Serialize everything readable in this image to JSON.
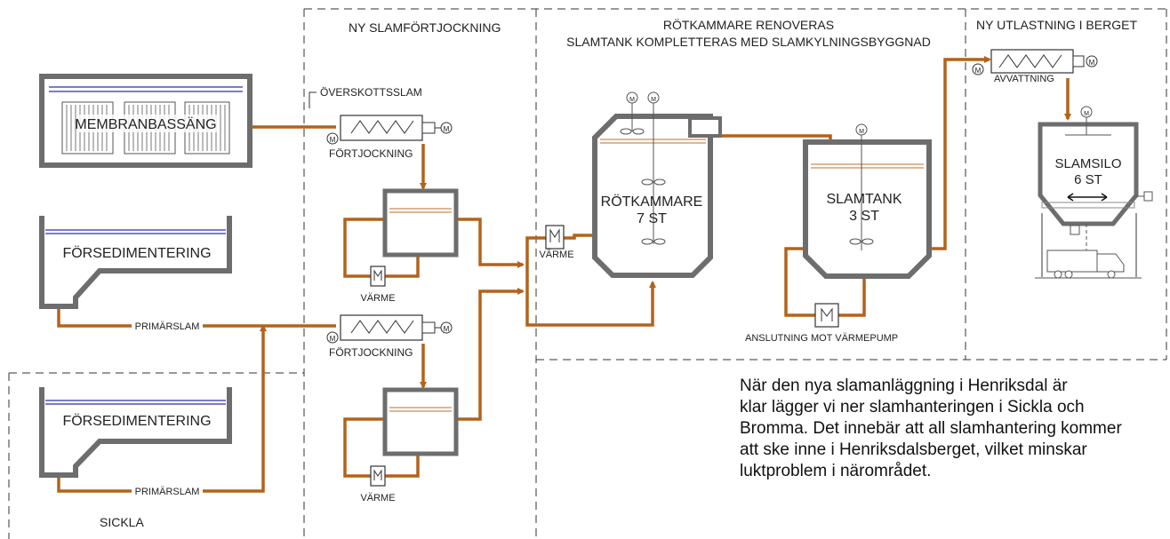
{
  "sections": {
    "thickening": "NY SLAMFÖRTJOCKNING",
    "digester_line1": "RÖTKAMMARE RENOVERAS",
    "digester_line2": "SLAMTANK KOMPLETTERAS MED SLAMKYLNINGSBYGGNAD",
    "loading": "NY UTLASTNING I BERGET",
    "sickla": "SICKLA"
  },
  "units": {
    "membrane": "MEMBRANBASSÄNG",
    "excess_sludge": "ÖVERSKOTTSSLAM",
    "thickening_1": "FÖRTJOCKNING",
    "thickening_2": "FÖRTJOCKNING",
    "heat_1": "VÄRME",
    "heat_2": "VÄRME",
    "heat_3": "VÄRME",
    "sedimentation_1": "FÖRSEDIMENTERING",
    "sedimentation_2": "FÖRSEDIMENTERING",
    "primary_sludge_1": "PRIMÄRSLAM",
    "primary_sludge_2": "PRIMÄRSLAM",
    "digester": "RÖTKAMMARE",
    "digester_count": "7 ST",
    "sludge_tank": "SLAMTANK",
    "sludge_tank_count": "3 ST",
    "heat_pump": "ANSLUTNING MOT VÄRMEPUMP",
    "dewatering": "AVVATTNING",
    "silo": "SLAMSILO",
    "silo_count": "6 ST",
    "motor": "M"
  },
  "description": [
    "När den nya slamanläggning i Henriksdal är",
    "klar lägger vi ner slamhanteringen i Sickla och",
    "Bromma. Det innebär att all slamhantering kommer",
    "att ske inne i Henriksdalsberget, vilket minskar",
    "luktproblem i närområdet."
  ],
  "colors": {
    "pipe": "#b3621a",
    "wall": "#6d6d6d",
    "water": "#2c2cb8",
    "sludge_level": "#c98a55"
  }
}
